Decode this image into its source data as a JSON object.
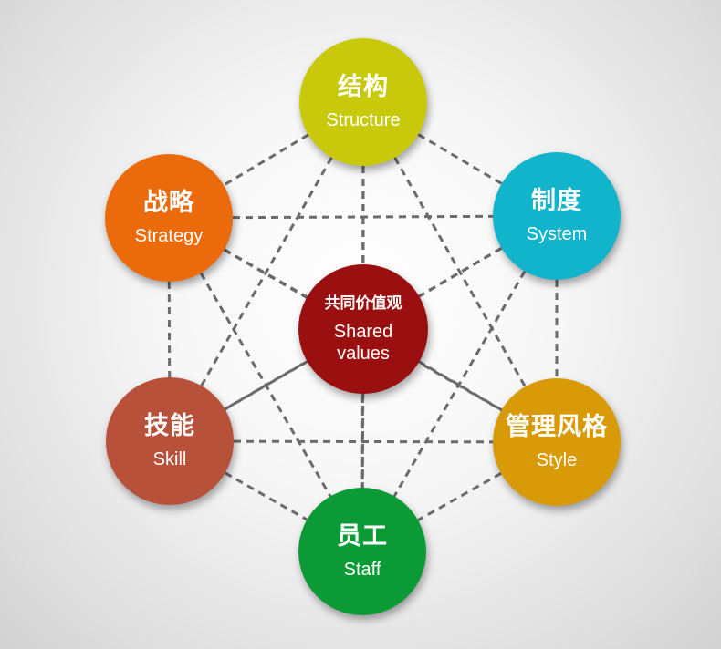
{
  "title": "",
  "nodes": {
    "structure": {
      "zh": "结构",
      "en": "Structure",
      "color": "#c9c90c"
    },
    "strategy": {
      "zh": "战略",
      "en": "Strategy",
      "color": "#ea6a0c"
    },
    "system": {
      "zh": "制度",
      "en": "System",
      "color": "#12b4cc"
    },
    "shared_values": {
      "zh": "共同价值观",
      "en": "Shared values",
      "color": "#9a0f0f"
    },
    "skill": {
      "zh": "技能",
      "en": "Skill",
      "color": "#b8513a"
    },
    "style": {
      "zh": "管理风格",
      "en": "Style",
      "color": "#d89a06"
    },
    "staff": {
      "zh": "员工",
      "en": "Staff",
      "color": "#0c9a37"
    }
  },
  "line_color": "#6b6b6b",
  "connections": [
    [
      "structure",
      "strategy"
    ],
    [
      "structure",
      "system"
    ],
    [
      "structure",
      "shared_values"
    ],
    [
      "structure",
      "skill"
    ],
    [
      "structure",
      "style"
    ],
    [
      "structure",
      "staff"
    ],
    [
      "strategy",
      "system"
    ],
    [
      "strategy",
      "shared_values"
    ],
    [
      "strategy",
      "skill"
    ],
    [
      "strategy",
      "style"
    ],
    [
      "strategy",
      "staff"
    ],
    [
      "system",
      "shared_values"
    ],
    [
      "system",
      "skill"
    ],
    [
      "system",
      "style"
    ],
    [
      "system",
      "staff"
    ],
    [
      "shared_values",
      "skill"
    ],
    [
      "shared_values",
      "style"
    ],
    [
      "shared_values",
      "staff"
    ],
    [
      "skill",
      "style"
    ],
    [
      "skill",
      "staff"
    ],
    [
      "style",
      "staff"
    ]
  ]
}
